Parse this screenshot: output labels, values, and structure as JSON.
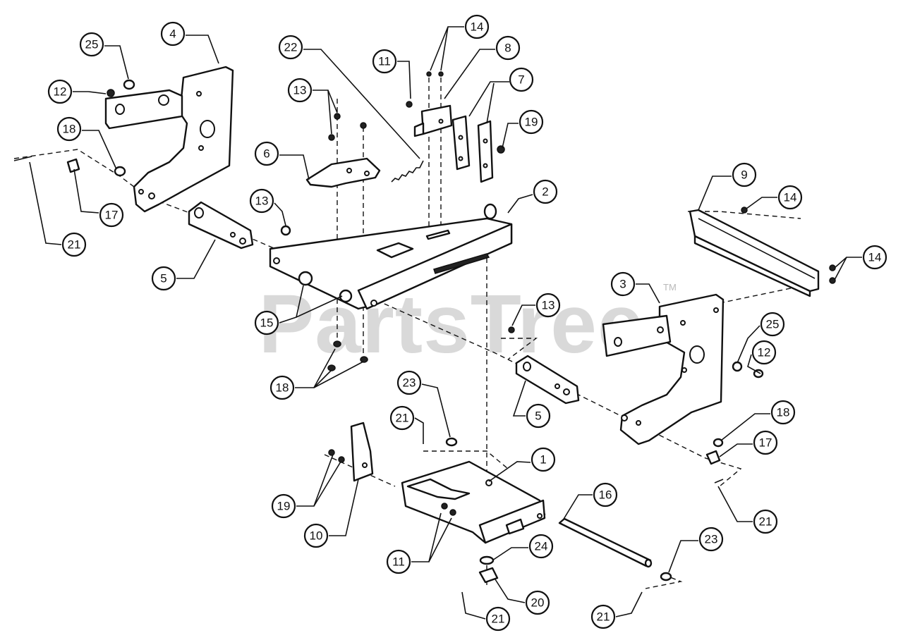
{
  "watermark": {
    "text": "PartsTree",
    "trademark": "TM"
  },
  "callouts": [
    {
      "number": "1"
    },
    {
      "number": "2"
    },
    {
      "number": "3"
    },
    {
      "number": "4"
    },
    {
      "number": "5"
    },
    {
      "number": "5"
    },
    {
      "number": "6"
    },
    {
      "number": "7"
    },
    {
      "number": "8"
    },
    {
      "number": "9"
    },
    {
      "number": "10"
    },
    {
      "number": "11"
    },
    {
      "number": "11"
    },
    {
      "number": "12"
    },
    {
      "number": "12"
    },
    {
      "number": "13"
    },
    {
      "number": "13"
    },
    {
      "number": "13"
    },
    {
      "number": "14"
    },
    {
      "number": "14"
    },
    {
      "number": "14"
    },
    {
      "number": "15"
    },
    {
      "number": "16"
    },
    {
      "number": "17"
    },
    {
      "number": "17"
    },
    {
      "number": "18"
    },
    {
      "number": "18"
    },
    {
      "number": "18"
    },
    {
      "number": "19"
    },
    {
      "number": "19"
    },
    {
      "number": "20"
    },
    {
      "number": "21"
    },
    {
      "number": "21"
    },
    {
      "number": "21"
    },
    {
      "number": "21"
    },
    {
      "number": "21"
    },
    {
      "number": "22"
    },
    {
      "number": "23"
    },
    {
      "number": "23"
    },
    {
      "number": "24"
    },
    {
      "number": "25"
    },
    {
      "number": "25"
    }
  ]
}
